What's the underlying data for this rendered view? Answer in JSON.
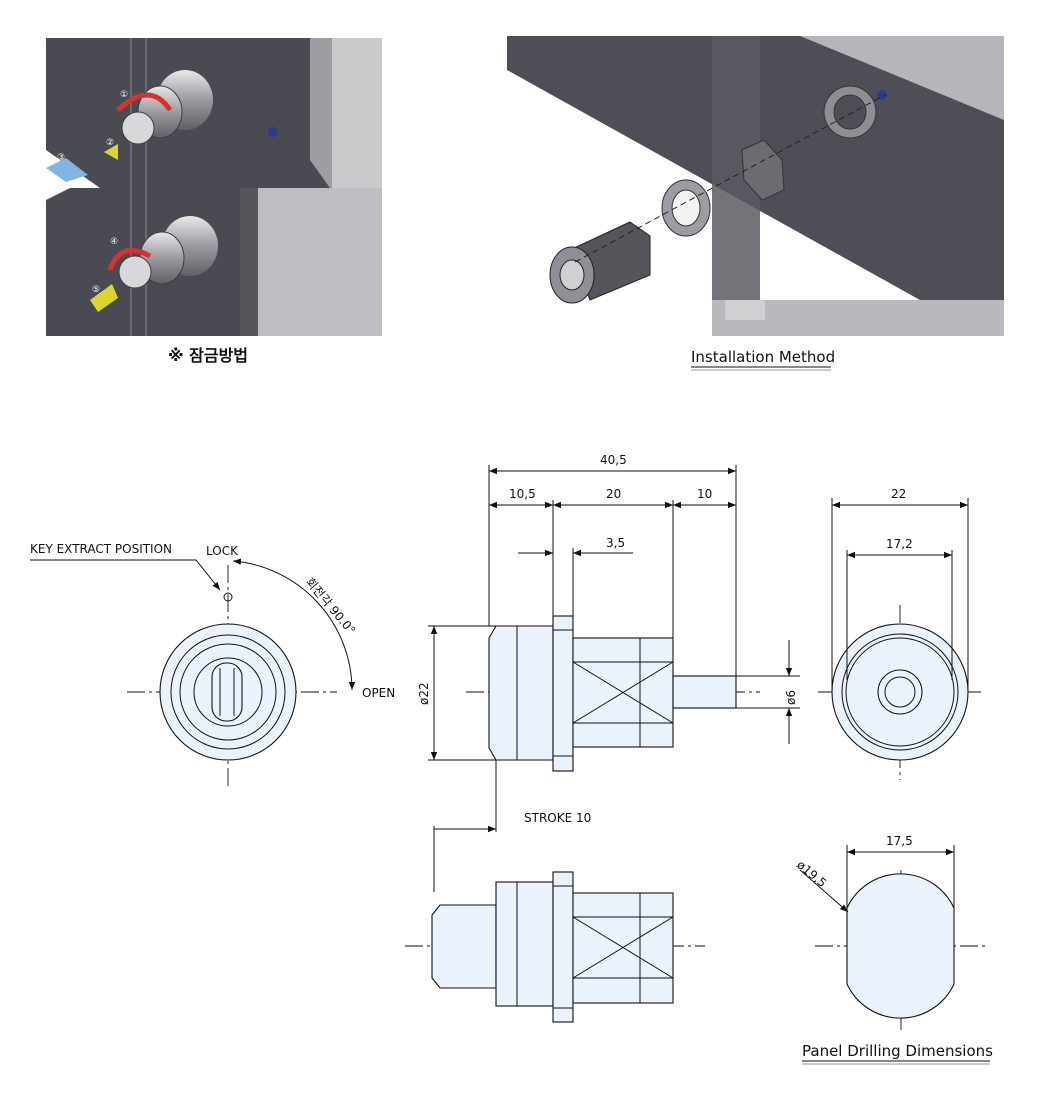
{
  "photos": {
    "locking_caption": "※ 잠금방법",
    "installation_caption": "Installation Method",
    "step_numbers": [
      "①",
      "②",
      "③",
      "④",
      "⑤"
    ]
  },
  "front_view": {
    "key_extract": "KEY EXTRACT POSITION",
    "lock": "LOCK",
    "open": "OPEN",
    "angle": "회전각 90.0°"
  },
  "side_view": {
    "overall": "40,5",
    "seg1": "10,5",
    "seg2": "20",
    "seg3": "10",
    "offset": "3,5",
    "dia_body": "ø22",
    "dia_pin": "ø6",
    "stroke": "STROKE 10"
  },
  "end_view": {
    "outer": "22",
    "inner": "17,2"
  },
  "panel": {
    "width": "17,5",
    "diameter": "ø19,5",
    "caption": "Panel Drilling Dimensions"
  },
  "colors": {
    "panel_dark": "#4a4b52",
    "panel_light": "#b9babd",
    "part_fill": "#eaf3fb",
    "arrow_red": "#d8322b",
    "arrow_blue": "#7fb6e4",
    "arrow_yellow": "#d9d62c"
  }
}
